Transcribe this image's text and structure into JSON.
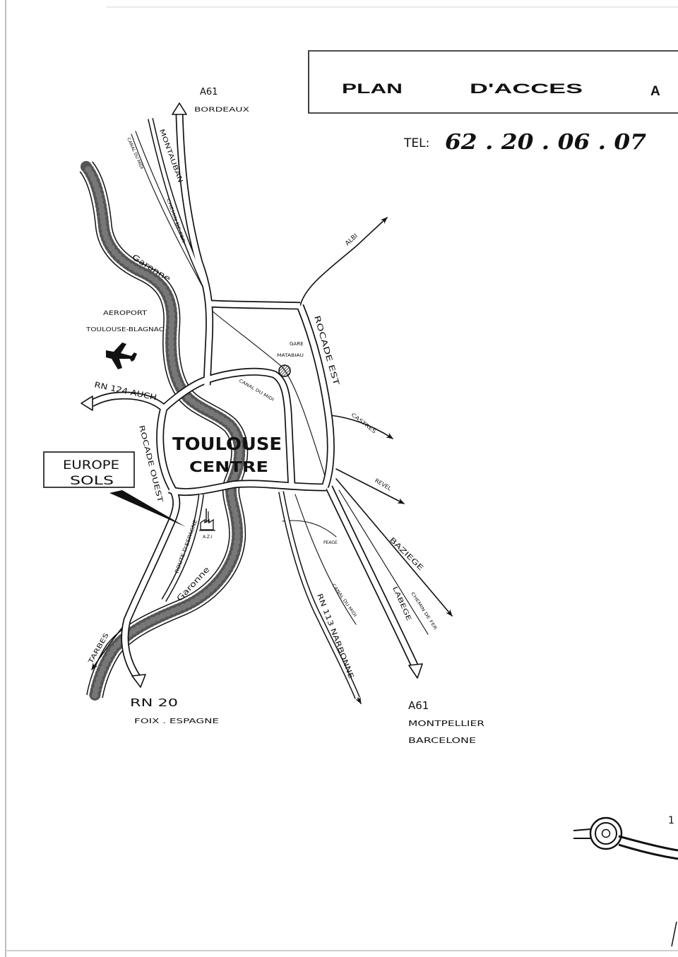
{
  "header": {
    "word1": "PLAN",
    "word2": "D'ACCES",
    "word3": "A"
  },
  "phone": {
    "label": "TEL:",
    "number": "62 . 20 . 06 . 07"
  },
  "destinations": {
    "a61_north_code": "A61",
    "a61_north_city": "BORDEAUX",
    "montauban": "MONTAUBAN",
    "albi": "ALBI",
    "castres": "CASTRES",
    "revel": "REVEL",
    "baziege": "BAZIEGE",
    "labege": "LABEGE",
    "a61_south_code": "A61",
    "a61_south_city1": "MONTPELLIER",
    "a61_south_city2": "BARCELONE",
    "rn113": "RN 113 NARBONNE",
    "rn20_code": "RN 20",
    "rn20_dest": "FOIX . ESPAGNE",
    "tarbes": "TARBES",
    "rn124": "RN 124 AUCH"
  },
  "roads": {
    "rocade_est": "ROCADE EST",
    "rocade_ouest": "ROCADE OUEST",
    "route_espagne": "ROUTE D'ESPAGNE",
    "peage": "PEAGE"
  },
  "waterways": {
    "canal_top": "CANAL DU MIDI",
    "canal_center": "CANAL DU MIDI",
    "canal_bottom": "CANAL DU MIDI",
    "garonne_top": "Garonne",
    "garonne_bottom": "Garonne"
  },
  "railways": {
    "top": "CHEMIN DE FER",
    "bottom": "CHEMIN DE FER"
  },
  "places": {
    "airport_line1": "AEROPORT",
    "airport_line2": "TOULOUSE-BLAGNAC",
    "gare_line1": "GARE",
    "gare_line2": "MATABIAU",
    "centre_line1": "TOULOUSE",
    "centre_line2": "CENTRE",
    "azi": "A.Z.I"
  },
  "company": {
    "line1": "EUROPE",
    "line2": "SOLS"
  },
  "fragment": "1",
  "icons": {
    "airport": "plane-icon",
    "station": "station-icon",
    "factory": "factory-icon",
    "roundabout": "roundabout-icon"
  }
}
